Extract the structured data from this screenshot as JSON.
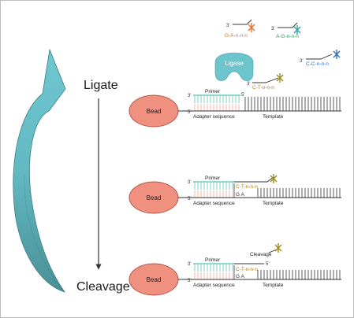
{
  "steps": {
    "ligate": "Ligate",
    "cleavage": "Cleavage"
  },
  "probes": [
    {
      "prime": "3'",
      "bases": "G-A-n-n-n",
      "color": "#e8702a",
      "star_color": "#e8702a"
    },
    {
      "prime": "3'",
      "bases": "A-G-n-n-n",
      "color": "#2e9a5a",
      "star_color": "#31a3a3"
    },
    {
      "prime": "3'",
      "bases": "C-C-n-n-n",
      "color": "#2f6fbf",
      "star_color": "#2f6fbf"
    }
  ],
  "panels": [
    {
      "bead": "Bead",
      "primer": "Primer",
      "adapter": "Adapter sequence",
      "template": "Template",
      "three_prime": "3'",
      "five_prime": "5'",
      "probe_prime": "3'",
      "probe_bases": "C-T-n-n-n",
      "probe_five_prime": "5'",
      "ligase": "Ligase"
    },
    {
      "bead": "Bead",
      "primer": "Primer",
      "adapter": "Adapter sequence",
      "template": "Template",
      "three_prime": "3'",
      "five_prime": "5'",
      "probe_bases": "C-T-n-n-n",
      "template_bases": "G A"
    },
    {
      "bead": "Bead",
      "primer": "Primer",
      "adapter": "Adapter sequence",
      "template": "Template",
      "three_prime": "3'",
      "five_prime": "5'",
      "probe_bases": "C-T-n-n-n",
      "probe_five_prime": "5'",
      "template_bases": "G A",
      "cleavage": "Cleavage"
    }
  ],
  "colors": {
    "bead_fill": "#f0907e",
    "bead_stroke": "#b4574a",
    "primer": "#5cc3b3",
    "adapter": "#f2a79a",
    "probe_star": "#a08a18",
    "probe_text": "#b07a17",
    "ligase": "#6cc4cc",
    "arrow_top": "#69c2cc",
    "arrow_bottom": "#4f9aa0"
  }
}
